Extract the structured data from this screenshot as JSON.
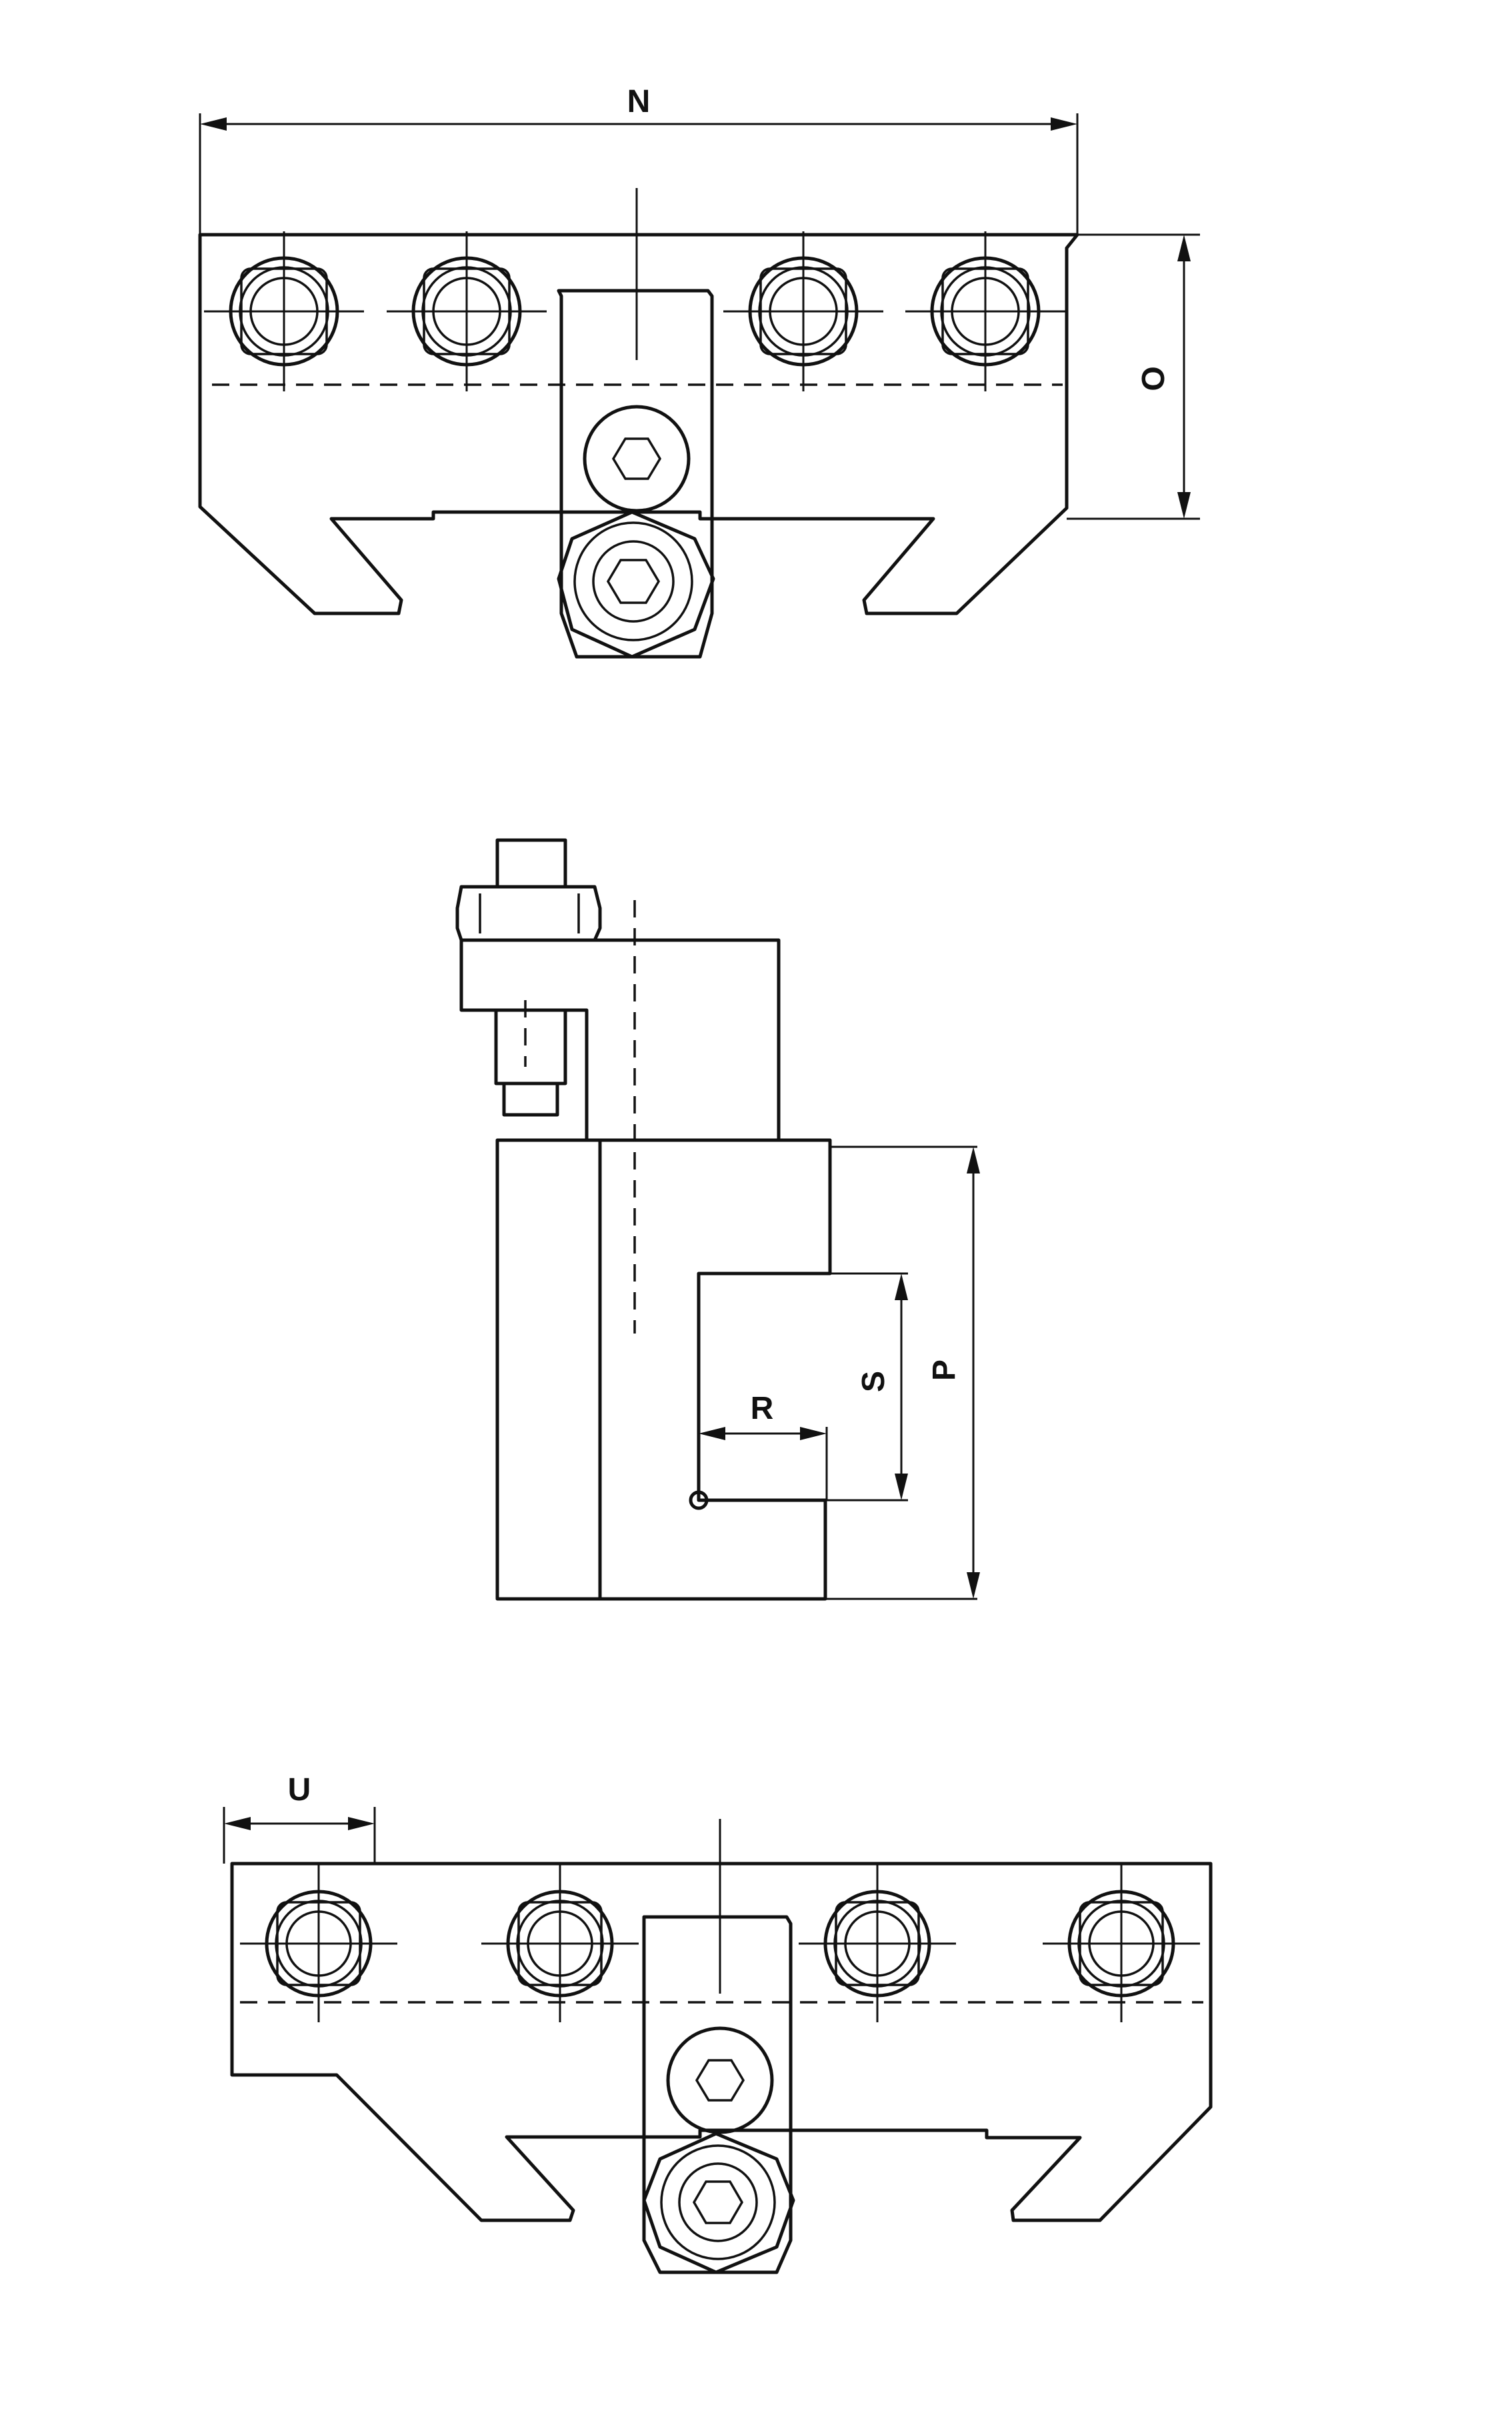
{
  "dimension_labels": {
    "N": "N",
    "O": "O",
    "P": "P",
    "R": "R",
    "S": "S",
    "U": "U"
  },
  "colors": {
    "line": "#111111",
    "background": "#ffffff"
  }
}
